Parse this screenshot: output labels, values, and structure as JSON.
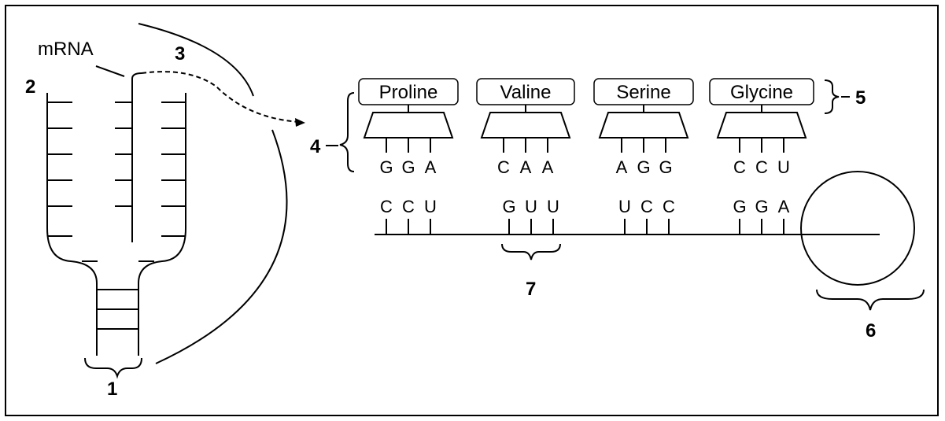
{
  "labels": {
    "mrna": "mRNA",
    "n1": "1",
    "n2": "2",
    "n3": "3",
    "n4": "4",
    "n5": "5",
    "n6": "6",
    "n7": "7"
  },
  "trnas": [
    {
      "amino_acid": "Proline",
      "anticodon": [
        "G",
        "G",
        "A"
      ]
    },
    {
      "amino_acid": "Valine",
      "anticodon": [
        "C",
        "A",
        "A"
      ]
    },
    {
      "amino_acid": "Serine",
      "anticodon": [
        "A",
        "G",
        "G"
      ]
    },
    {
      "amino_acid": "Glycine",
      "anticodon": [
        "C",
        "C",
        "U"
      ]
    }
  ],
  "codons": [
    [
      "C",
      "C",
      "U"
    ],
    [
      "G",
      "U",
      "U"
    ],
    [
      "U",
      "C",
      "C"
    ],
    [
      "G",
      "G",
      "A"
    ]
  ]
}
